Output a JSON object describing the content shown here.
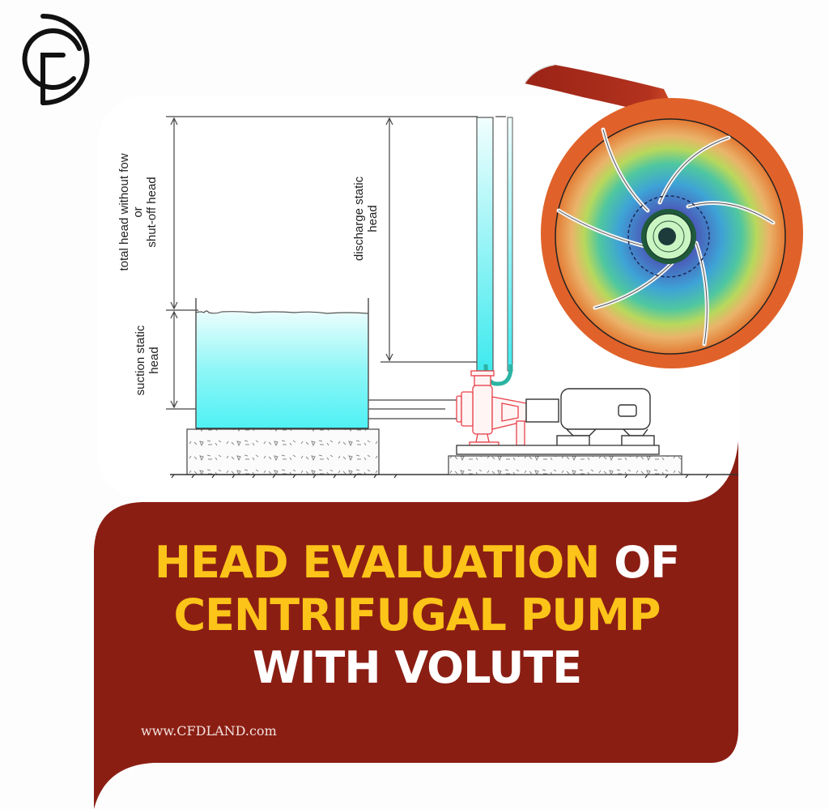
{
  "brand": {
    "logo_icon": "cfdland-logo-icon",
    "website": "www.CFDLAND.com"
  },
  "title": {
    "line1_highlight": "HEAD EVALUATION",
    "line1_rest": " OF",
    "line2": "CENTRIFUGAL PUMP",
    "line3": "WITH VOLUTE"
  },
  "diagram": {
    "labels": {
      "total_head_line1": "total head without fow",
      "total_head_line2": "or",
      "total_head_line3": "shut-off head",
      "suction_line1": "suction static",
      "suction_line2": "head",
      "discharge_line1": "discharge static",
      "discharge_line2": "head"
    },
    "components": [
      "suction-tank",
      "suction-pipe",
      "centrifugal-pump",
      "coupling",
      "electric-motor",
      "discharge-pipe",
      "concrete-foundation"
    ]
  },
  "cfd_image": {
    "subject": "centrifugal-pump-volute-pressure-contour",
    "impeller_blades": 6
  },
  "colors": {
    "maroon": "#8b1e13",
    "yellow": "#fcc419",
    "water": "#4ff1f4",
    "pump_red": "#e8414a",
    "volute_orange": "#e0622a"
  }
}
